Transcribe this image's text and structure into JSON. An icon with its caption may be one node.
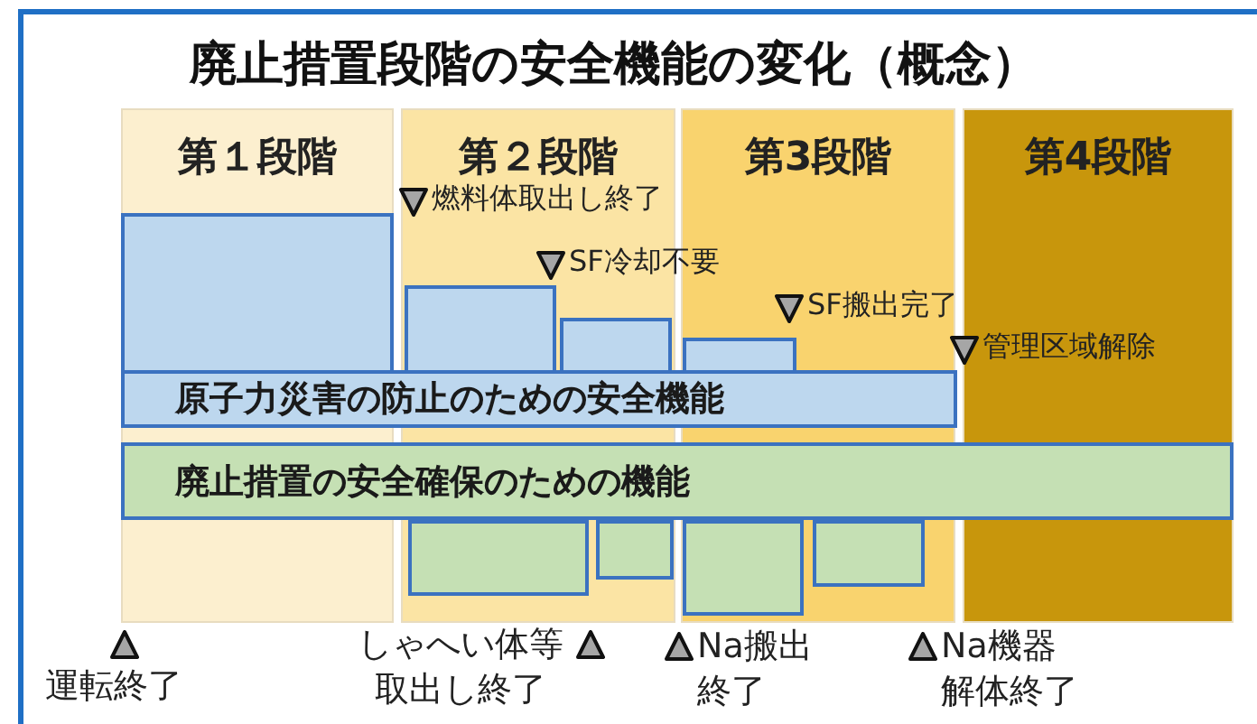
{
  "diagram": {
    "title": "廃止措置段階の安全機能の変化（概念）",
    "nodes": [
      {
        "text": [
          "第１段階"
        ]
      },
      {
        "text": [
          "第２段階"
        ]
      },
      {
        "text": [
          "第3段階"
        ]
      },
      {
        "text": [
          "第4段階"
        ]
      },
      {
        "text": [
          "原子力災害の防止のための安全機能"
        ]
      },
      {
        "text": [
          "廃止措置の安全確保のための機能"
        ]
      }
    ],
    "labels": [
      "燃料体取出し終了",
      "SF冷却不要",
      "SF搬出完了",
      "管理区域解除",
      "運転終了",
      "しゃへい体等取出し終了",
      "Na搬出終了",
      "Na機器解体終了"
    ]
  }
}
